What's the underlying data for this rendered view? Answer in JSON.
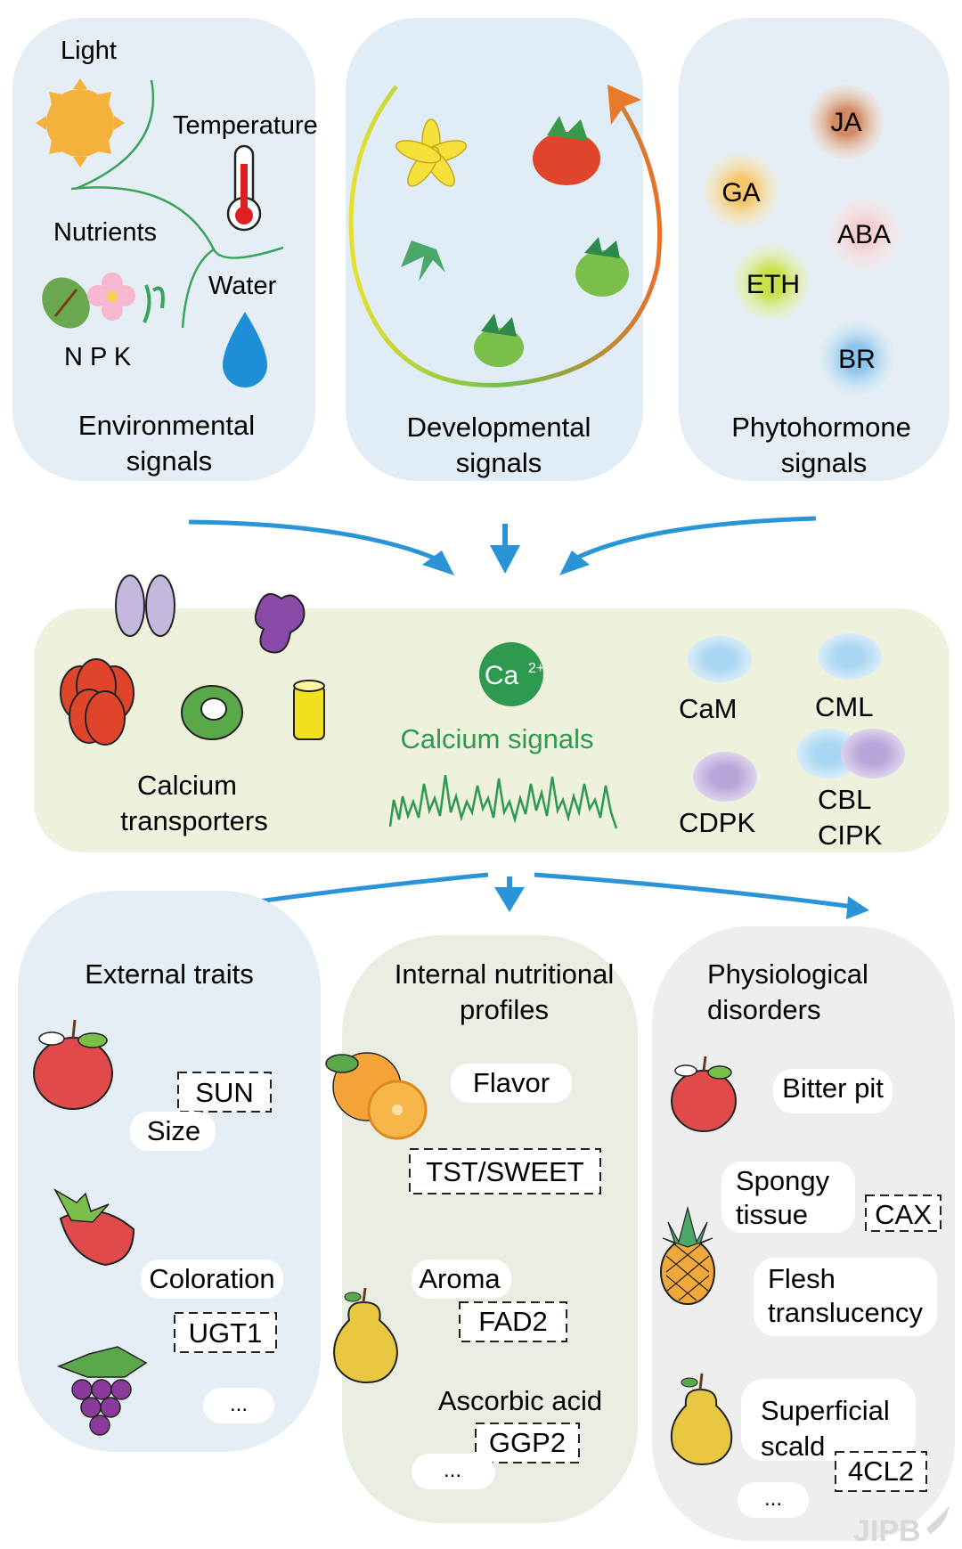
{
  "environmental": {
    "light": "Light",
    "temperature": "Temperature",
    "nutrients": "Nutrients",
    "water": "Water",
    "npk": "N P K",
    "title_line1": "Environmental",
    "title_line2": "signals"
  },
  "developmental": {
    "title_line1": "Developmental",
    "title_line2": "signals"
  },
  "phytohormone": {
    "hormones": [
      "JA",
      "GA",
      "ABA",
      "ETH",
      "BR"
    ],
    "title_line1": "Phytohormone",
    "title_line2": "signals"
  },
  "calcium": {
    "ion": "Ca",
    "ion_charge": "2+",
    "signals_label": "Calcium  signals",
    "transporters_line1": "Calcium",
    "transporters_line2": "transporters",
    "sensors": [
      "CaM",
      "CML",
      "CDPK",
      "CBL",
      "CIPK"
    ]
  },
  "external": {
    "title": "External traits",
    "size_label": "Size",
    "size_gene": "SUN",
    "color_label": "Coloration",
    "color_gene": "UGT1",
    "more": "..."
  },
  "internal": {
    "title_line1": "Internal nutritional",
    "title_line2": "profiles",
    "flavor_label": "Flavor",
    "flavor_gene": "TST/SWEET",
    "aroma_label": "Aroma",
    "aroma_gene": "FAD2",
    "acid_label": "Ascorbic acid",
    "acid_gene": "GGP2",
    "more": "..."
  },
  "disorders": {
    "title_line1": "Physiological",
    "title_line2": "disorders",
    "bitter_label": "Bitter pit",
    "spongy_line1": "Spongy",
    "spongy_line2": "tissue",
    "spongy_gene": "CAX",
    "flesh_line1": "Flesh",
    "flesh_line2": "translucency",
    "scald_line1": "Superficial",
    "scald_line2": "scald",
    "scald_gene": "4CL2",
    "more": "..."
  },
  "watermark": "JIPB",
  "colors": {
    "panel_blue": "#e6f0f6",
    "panel_green": "#e8efe2",
    "calcium_panel": "#eef1dc",
    "arrow_blue": "#2a95d6",
    "calcium_green": "#2e9a4f"
  }
}
